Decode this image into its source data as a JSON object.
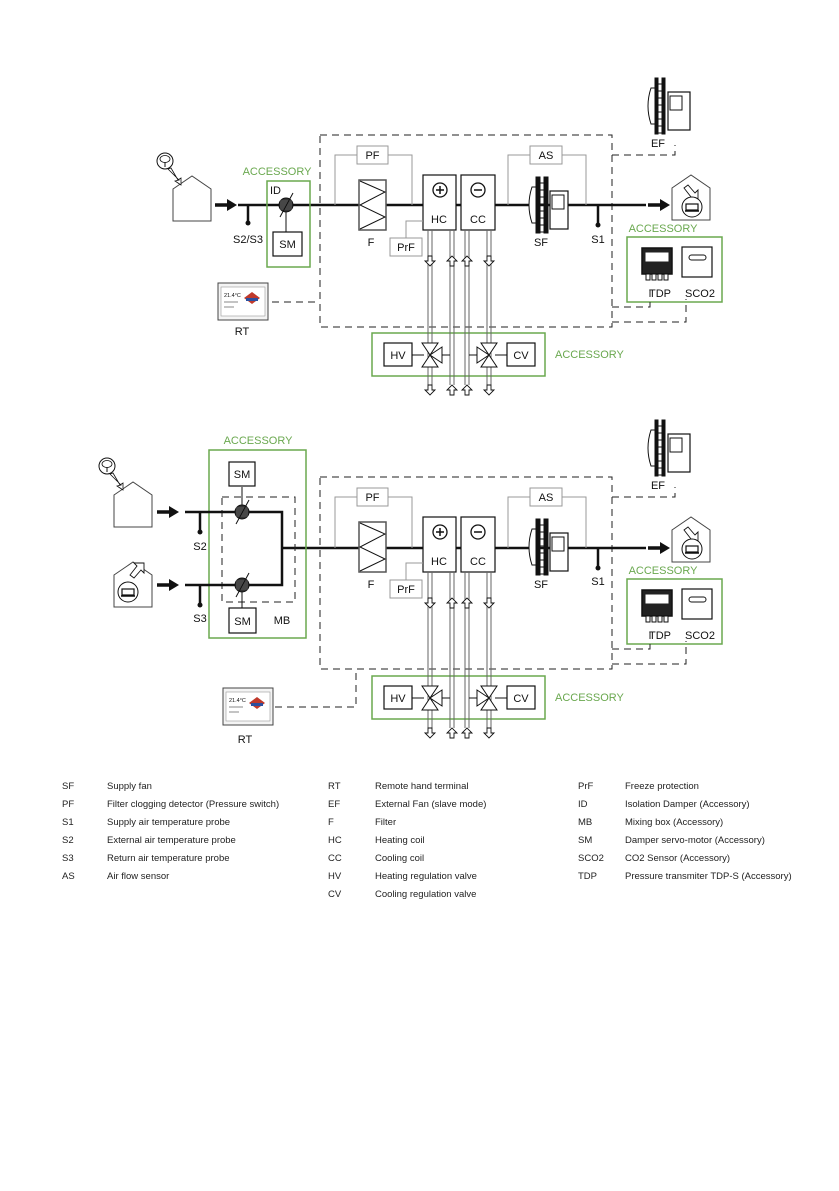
{
  "colors": {
    "accessory_green": "#6aa84f",
    "line": "#111111",
    "sensor_gray": "#999999",
    "dashed": "#222222"
  },
  "diagram_top": {
    "accessory_id": "ACCESSORY",
    "id": "ID",
    "sm": "SM",
    "s2s3": "S2/S3",
    "pf": "PF",
    "f": "F",
    "hc": "HC",
    "cc": "CC",
    "prf": "PrF",
    "as": "AS",
    "sf": "SF",
    "s1": "S1",
    "ef": "EF",
    "accessory_sensors": "ACCESSORY",
    "tdp": "TDP",
    "sco2": "SCO2",
    "rt": "RT",
    "rt_screen": "21.4°C",
    "hv": "HV",
    "cv": "CV",
    "accessory_valves": "ACCESSORY"
  },
  "diagram_bottom": {
    "accessory_mb": "ACCESSORY",
    "sm_top": "SM",
    "sm_bottom": "SM",
    "mb": "MB",
    "s2": "S2",
    "s3": "S3",
    "pf": "PF",
    "f": "F",
    "hc": "HC",
    "cc": "CC",
    "prf": "PrF",
    "as": "AS",
    "sf": "SF",
    "s1": "S1",
    "ef": "EF",
    "accessory_sensors": "ACCESSORY",
    "tdp": "TDP",
    "sco2": "SCO2",
    "rt": "RT",
    "rt_screen": "21.4°C",
    "hv": "HV",
    "cv": "CV",
    "accessory_valves": "ACCESSORY"
  },
  "legend": [
    [
      {
        "code": "SF",
        "desc": "Supply fan"
      },
      {
        "code": "PF",
        "desc": "Filter clogging detector (Pressure switch)"
      },
      {
        "code": "S1",
        "desc": "Supply air temperature probe"
      },
      {
        "code": "S2",
        "desc": "External air temperature probe"
      },
      {
        "code": "S3",
        "desc": "Return air temperature probe"
      },
      {
        "code": "AS",
        "desc": "Air flow sensor"
      }
    ],
    [
      {
        "code": "RT",
        "desc": "Remote hand terminal"
      },
      {
        "code": "EF",
        "desc": "External Fan  (slave mode)"
      },
      {
        "code": "F",
        "desc": "Filter"
      },
      {
        "code": "HC",
        "desc": "Heating coil"
      },
      {
        "code": "CC",
        "desc": "Cooling coil"
      },
      {
        "code": "HV",
        "desc": "Heating regulation valve"
      },
      {
        "code": "CV",
        "desc": "Cooling regulation valve"
      }
    ],
    [
      {
        "code": "PrF",
        "desc": "Freeze protection"
      },
      {
        "code": "ID",
        "desc": "Isolation Damper (Accessory)"
      },
      {
        "code": "MB",
        "desc": "Mixing box (Accessory)"
      },
      {
        "code": "SM",
        "desc": "Damper servo-motor (Accessory)"
      },
      {
        "code": "SCO2",
        "desc": "CO2 Sensor (Accessory)"
      },
      {
        "code": "TDP",
        "desc": "Pressure transmiter TDP-S (Accessory)"
      }
    ]
  ]
}
